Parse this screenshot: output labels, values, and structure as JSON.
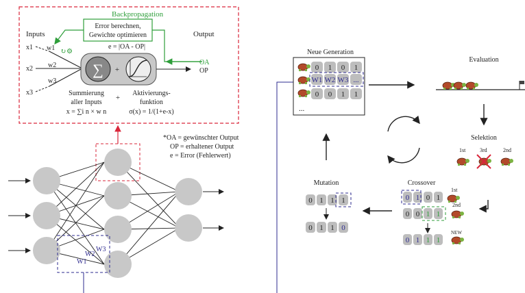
{
  "nn_panel": {
    "backprop_title": "Backpropagation",
    "backprop_line1": "Error berechnen,",
    "backprop_line2": "Gewichte optimieren",
    "error_formula": "e = |OA - OP|",
    "inputs_label": "Inputs",
    "output_label": "Output",
    "x1": "x1",
    "x2": "x2",
    "x3": "x3",
    "w1": "w1",
    "w2": "w2",
    "w3": "w3",
    "oa": "OA",
    "op": "OP",
    "sum_line1": "Summierung",
    "sum_line2": "aller Inputs",
    "sum_formula": "x = ∑i n × w n",
    "plus": "+",
    "act_line1": "Aktivierungs-",
    "act_line2": "funktion",
    "act_formula": "σ(x) = 1/(1+e-x)"
  },
  "legend": {
    "line1": "*OA = gewünschter Output",
    "line2": "OP = erhaltener Output",
    "line3": "e = Error (Fehlerwert)"
  },
  "network": {
    "w1": "W1",
    "w2": "W2",
    "w3": "W3"
  },
  "ga": {
    "neue_generation": "Neue Generation",
    "evaluation": "Evaluation",
    "selektion": "Selektion",
    "crossover": "Crossover",
    "mutation": "Mutation",
    "gen_row1": [
      "0",
      "1",
      "0",
      "1"
    ],
    "gen_row2": [
      "W1",
      "W2",
      "W3",
      "..."
    ],
    "gen_row3": [
      "0",
      "0",
      "1",
      "1"
    ],
    "ellipsis": "...",
    "rank_1": "1st",
    "rank_3": "3rd",
    "rank_2": "2nd",
    "cross_row1": [
      "0",
      "1",
      "0",
      "1"
    ],
    "cross_row2": [
      "0",
      "0",
      "1",
      "1"
    ],
    "cross_row3": [
      "0",
      "1",
      "1",
      "1"
    ],
    "cross_rank1": "1st",
    "cross_rank2": "2nd",
    "cross_new": "NEW",
    "mut_row1": [
      "0",
      "1",
      "1",
      "1"
    ],
    "mut_row2": [
      "0",
      "1",
      "1",
      "0"
    ]
  },
  "colors": {
    "red_dashed": "#d9263a",
    "green": "#2e9e3a",
    "blue": "#2e2b8f",
    "node_gray": "#c8c8c8",
    "cell_gray": "#bdbdbd",
    "turtle_shell": "#b24a2a",
    "turtle_body": "#7cb342"
  }
}
